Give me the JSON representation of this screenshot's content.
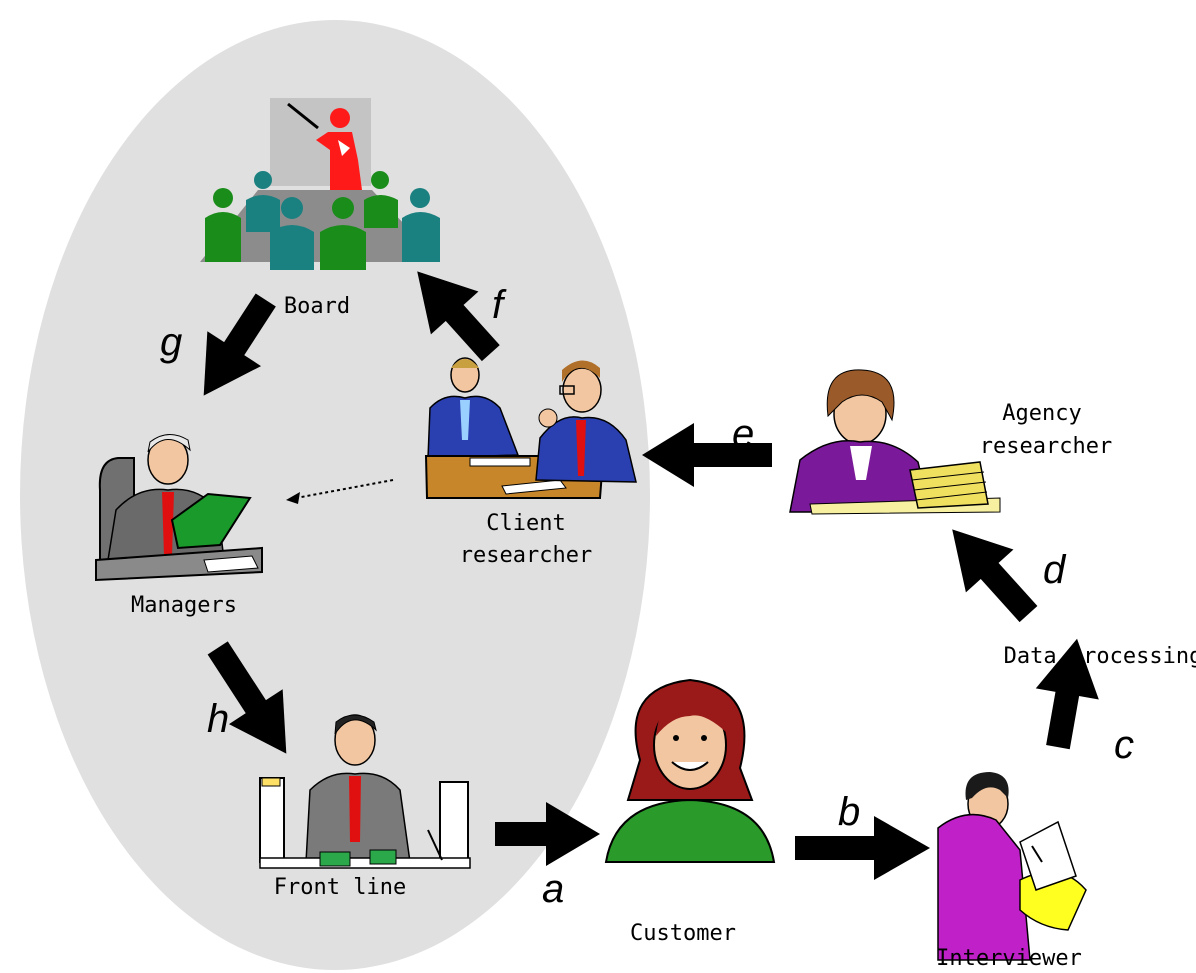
{
  "labels": {
    "board": "Board",
    "managers": "Managers",
    "front_line": "Front line",
    "client_researcher_line1": "Client",
    "client_researcher_line2": "researcher",
    "agency_researcher_line1": "Agency",
    "agency_researcher_line2": "researcher",
    "data_processing": "Data processing",
    "customer": "Customer",
    "interviewer": "Interviewer"
  },
  "steps": {
    "a": "a",
    "b": "b",
    "c": "c",
    "d": "d",
    "e": "e",
    "f": "f",
    "g": "g",
    "h": "h"
  },
  "colors": {
    "organisation_ellipse": "#e0e0e0",
    "arrow": "#000000"
  },
  "icons": {
    "board": "board-meeting-icon",
    "managers": "manager-reading-icon",
    "front_line": "front-line-clerk-icon",
    "client_researcher": "client-researchers-icon",
    "agency_researcher": "agency-researcher-icon",
    "customer": "customer-icon",
    "interviewer": "interviewer-icon"
  }
}
